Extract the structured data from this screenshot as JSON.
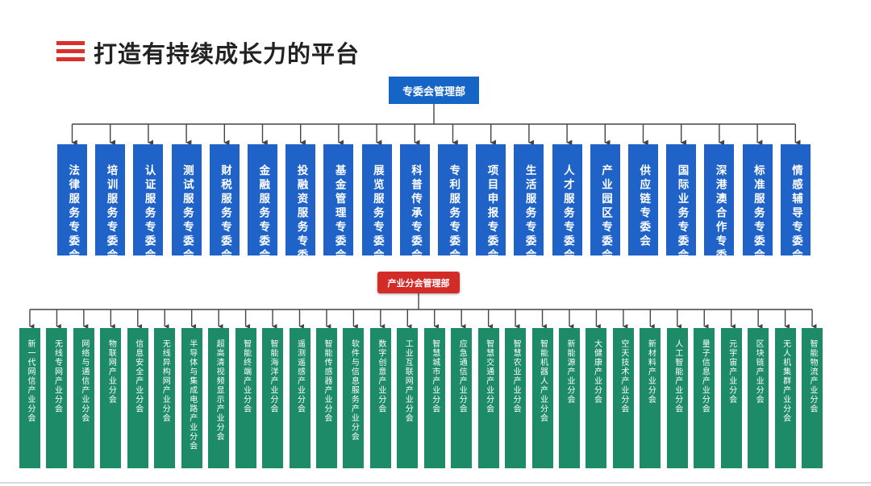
{
  "header": {
    "icon": "menu-bars-icon",
    "title": "打造有持续成长力的平台"
  },
  "colors": {
    "accent_red": "#d32b28",
    "committee_blue": "#1f63c9",
    "branch_green": "#1d8a68"
  },
  "committees": {
    "head": "专委会管理部",
    "items": [
      "法律服务专委会",
      "培训服务专委会",
      "认证服务专委会",
      "测试服务专委会",
      "财税服务专委会",
      "金融服务专委会",
      "投融资服务专委会",
      "基金管理专委会",
      "展览服务专委会",
      "科普传承专委会",
      "专利服务专委会",
      "项目申报专委会",
      "生活服务专委会",
      "人才服务专委会",
      "产业园区专委会",
      "供应链专委会",
      "国际业务专委会",
      "深港澳合作专委会",
      "标准服务专委会",
      "情感辅导专委会"
    ]
  },
  "branches": {
    "head": "产业分会管理部",
    "items": [
      "新一代网信产业分会",
      "无线专网产业分会",
      "网络与通信产业分会",
      "物联网产业分会",
      "信息安全产业分会",
      "无线异构网产业分会",
      "半导体与集成电路产业分会",
      "超高清视频显示产业分会",
      "智能终端产业分会",
      "智能海洋产业分会",
      "遥测遥感产业分会",
      "智能传感器产业分会",
      "软件与信息服务产业分会",
      "数字创意产业分会",
      "工业互联网产业分会",
      "智慧城市产业分会",
      "应急通信产业分会",
      "智慧交通产业分会",
      "智慧农业产业分会",
      "智能机器人产业分会",
      "新能源产业分会",
      "大健康产业分会",
      "空天技术产业分会",
      "新材料产业分会",
      "人工智能产业分会",
      "量子信息产业分会",
      "元宇宙产业分会",
      "区块链产业分会",
      "无人机集群产业分会",
      "智能物流产业分会"
    ]
  }
}
